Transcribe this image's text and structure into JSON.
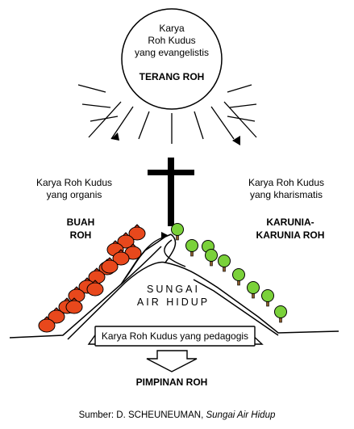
{
  "sun": {
    "line1": "Karya",
    "line2": "Roh Kudus",
    "line3": "yang evangelistis",
    "label": "TERANG ROH"
  },
  "left": {
    "line1": "Karya Roh Kudus",
    "line2": "yang organis",
    "label1": "BUAH",
    "label2": "ROH"
  },
  "right": {
    "line1": "Karya Roh Kudus",
    "line2": "yang kharismatis",
    "label1": "KARUNIA-",
    "label2": "KARUNIA ROH"
  },
  "river": {
    "line1": "SUNGAI",
    "line2": "AIR HIDUP"
  },
  "base": {
    "text": "Karya Roh Kudus yang pedagogis",
    "label": "PIMPINAN ROH"
  },
  "source": {
    "prefix": "Sumber: D. SCHEUNEUMAN, ",
    "title": "Sungai Air Hidup"
  },
  "colors": {
    "fruit": "#e8481c",
    "fruit_dark": "#a8270a",
    "tree": "#7ad13a",
    "trunk": "#8a5a2b"
  }
}
